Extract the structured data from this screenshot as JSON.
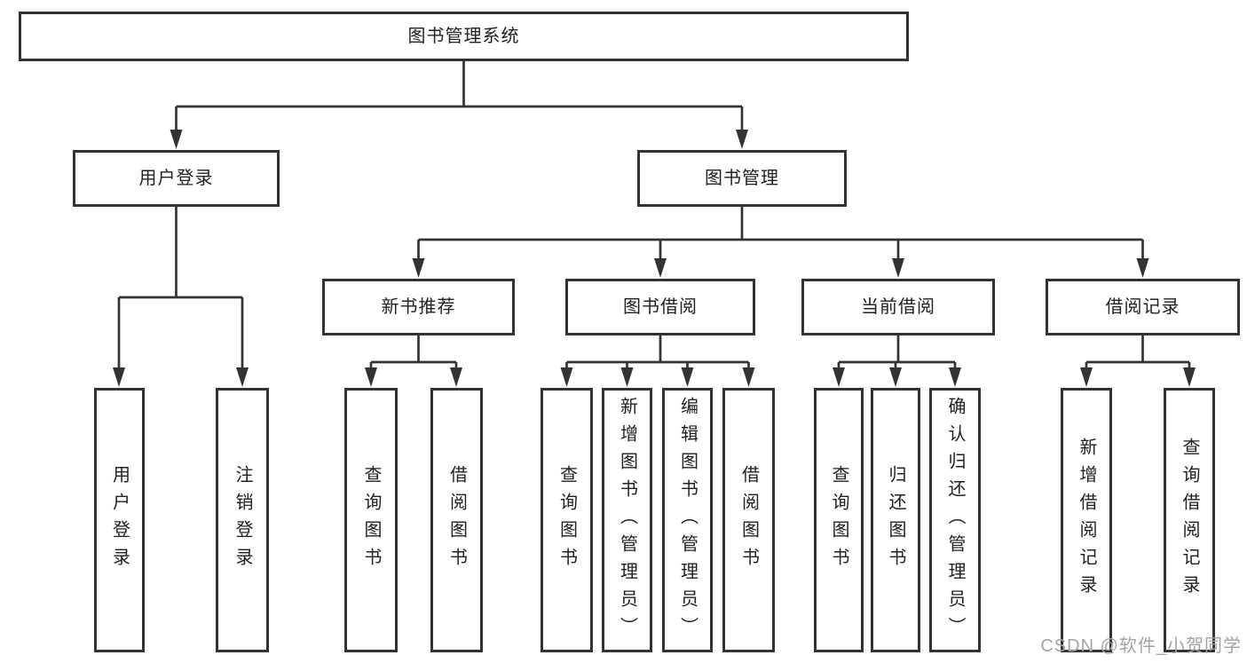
{
  "tree": {
    "root": "图书管理系统",
    "user_login": {
      "label": "用户登录",
      "children": [
        "用户登录",
        "注销登录"
      ]
    },
    "book_mgmt": {
      "label": "图书管理",
      "sections": {
        "new_book": {
          "label": "新书推荐",
          "children": [
            "查询图书",
            "借阅图书"
          ]
        },
        "borrow": {
          "label": "图书借阅",
          "children": [
            "查询图书",
            "新增图书（管理员）",
            "编辑图书（管理员）",
            "借阅图书"
          ]
        },
        "current": {
          "label": "当前借阅",
          "children": [
            "查询图书",
            "归还图书",
            "确认归还（管理员）"
          ]
        },
        "records": {
          "label": "借阅记录",
          "children": [
            "新增借阅记录",
            "查询借阅记录"
          ]
        }
      }
    }
  },
  "colors": {
    "line": "#333333",
    "box_border": "#333333",
    "text": "#212121",
    "watermark": "#a3a3a3"
  },
  "watermark": "CSDN @软件_小贺同学"
}
